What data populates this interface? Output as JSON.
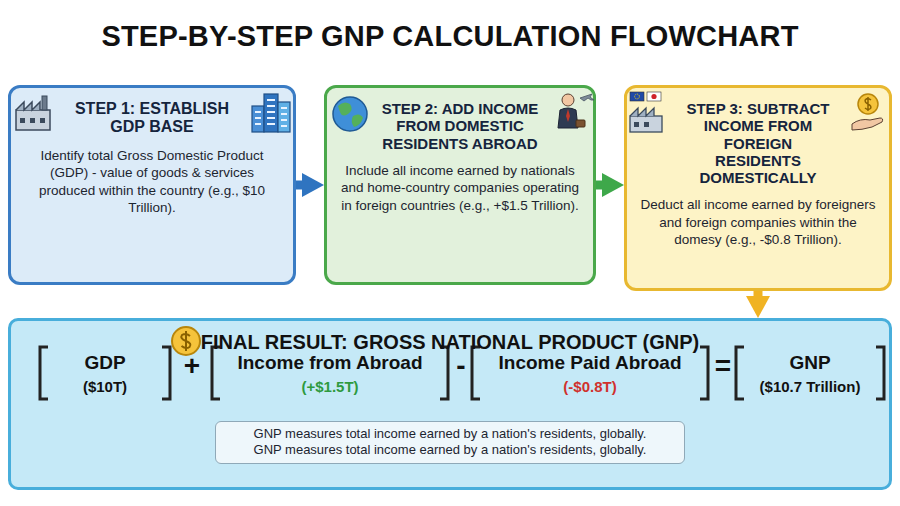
{
  "diagram": {
    "title": "STEP-BY-STEP GNP CALCULATION FLOWCHART",
    "nodes": [
      {
        "text": [
          "STEP 1: ESTABLISH GDP BASE",
          "Identify total Gross Domestic Product (GDP) - value of goods & services produced within the country (e.g., $10 Trillion)."
        ]
      },
      {
        "text": [
          "STEP 2: ADD INCOME FROM DOMESTIC RESIDENTS ABROAD",
          "Include all income earned by nationals and home-country companies operating in foreign countries (e.g., +$1.5 Trillion)."
        ]
      },
      {
        "text": [
          "STEP 3: SUBTRACT INCOME FROM FOREIGN RESIDENTS DOMESTICALLY",
          "Deduct all income earned by foreigners and foreign companies within the domesy (e.g., -$0.8 Trillion)."
        ]
      },
      {
        "text": [
          "FINAL RESULT: GROSS NATIONAL PRODUCT (GNP)"
        ]
      },
      {
        "text": [
          "GNP measures total income earned by a nation's residents, globally.",
          "GNP measures total income earned by a nation's residents, globally."
        ],
        "in": 3
      }
    ],
    "edges": [
      {
        "from": 0,
        "to": 1,
        "arrow": "to"
      },
      {
        "from": 1,
        "to": 2,
        "arrow": "to"
      },
      {
        "from": 2,
        "to": 3,
        "arrow": "to"
      }
    ],
    "labels": [
      "GDP",
      "($10T)",
      "+",
      "Income from Abroad",
      "(+$1.5T)",
      "-",
      "Income Paid Abroad",
      "(-$0.8T)",
      "=",
      "GNP",
      "($10.7 Trillion)"
    ]
  }
}
